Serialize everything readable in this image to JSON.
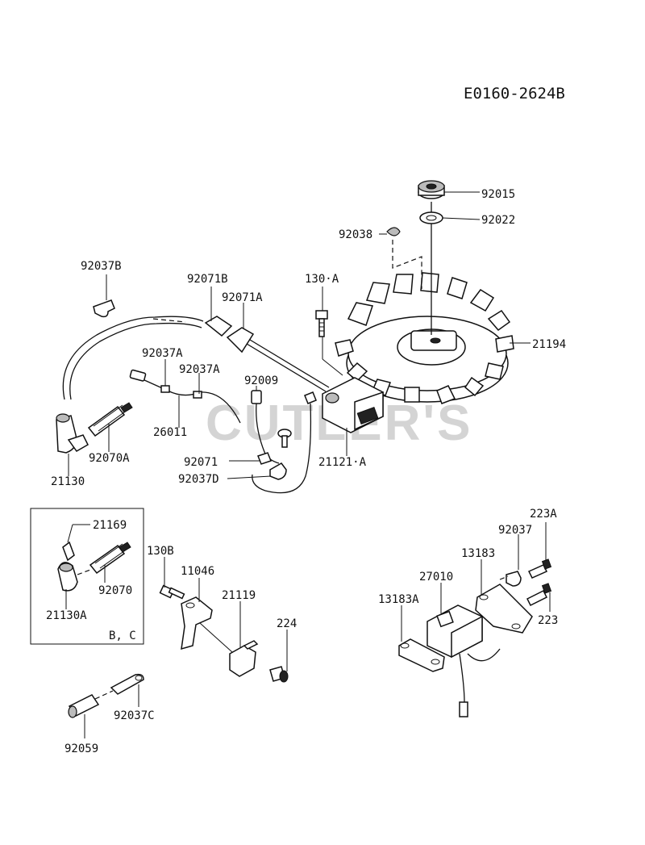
{
  "drawing_code": "E0160-2624B",
  "watermark": "CUTLER'S",
  "inset_label": "B, C",
  "labels": {
    "l92015": "92015",
    "l92022": "92022",
    "l92038": "92038",
    "l92037B": "92037B",
    "l92071B": "92071B",
    "l92071A": "92071A",
    "l130A": "130·A",
    "l21194": "21194",
    "l92037A_1": "92037A",
    "l92037A_2": "92037A",
    "l92009": "92009",
    "l26011": "26011",
    "l21121A": "21121·A",
    "l92070A": "92070A",
    "l21130": "21130",
    "l92071": "92071",
    "l92037D": "92037D",
    "l21169": "21169",
    "l92070": "92070",
    "l21130A": "21130A",
    "l130B": "130B",
    "l11046": "11046",
    "l21119": "21119",
    "l224": "224",
    "l92037C": "92037C",
    "l92059": "92059",
    "l223A": "223A",
    "l92037": "92037",
    "l13183": "13183",
    "l27010": "27010",
    "l13183A": "13183A",
    "l223": "223"
  }
}
